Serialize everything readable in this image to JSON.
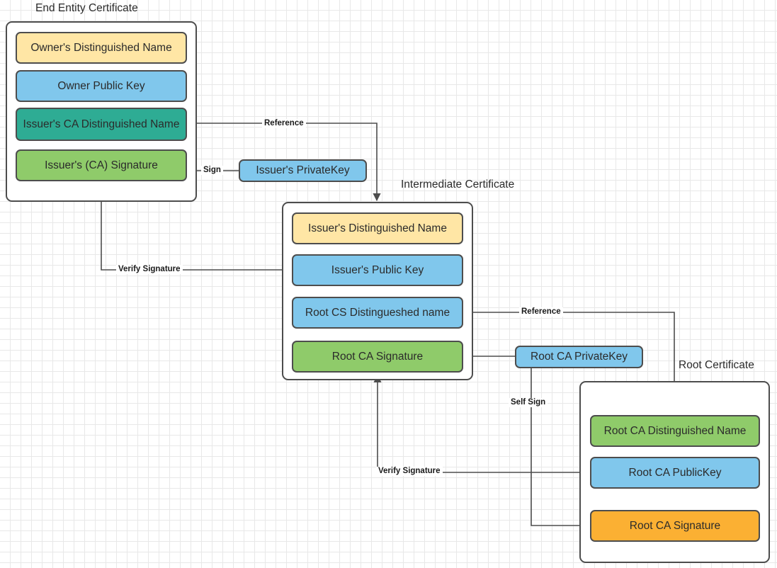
{
  "diagram": {
    "title_visible": false,
    "colors": {
      "yellow": "#ffe6a5",
      "blue": "#80c7ec",
      "teal": "#2eac94",
      "green": "#8fcb6a",
      "orange": "#fbb033",
      "stroke": "#4d4d4d",
      "text": "#2b2b2b",
      "grid_minor": "#e8e8e8",
      "grid_major": "#d0d0d0"
    },
    "groups": [
      {
        "id": "end-entity",
        "title": "End Entity Certificate",
        "fields": [
          {
            "label": "Owner's Distinguished Name",
            "color": "yellow"
          },
          {
            "label": "Owner Public  Key",
            "color": "blue"
          },
          {
            "label": "Issuer's CA Distinguished Name",
            "color": "teal"
          },
          {
            "label": "Issuer's (CA) Signature",
            "color": "green"
          }
        ]
      },
      {
        "id": "intermediate",
        "title": "Intermediate Certificate",
        "fields": [
          {
            "label": "Issuer's Distinguished Name",
            "color": "yellow"
          },
          {
            "label": "Issuer's Public  Key",
            "color": "blue"
          },
          {
            "label": "Root CS Distingueshed name",
            "color": "blue"
          },
          {
            "label": "Root CA Signature",
            "color": "green"
          }
        ]
      },
      {
        "id": "root",
        "title": "Root Certificate",
        "fields": [
          {
            "label": "Root CA Distinguished Name",
            "color": "green"
          },
          {
            "label": "Root CA PublicKey",
            "color": "blue"
          },
          {
            "label": "Root CA Signature",
            "color": "orange"
          }
        ]
      }
    ],
    "keys": [
      {
        "id": "issuer-private-key",
        "label": "Issuer's PrivateKey",
        "color": "blue"
      },
      {
        "id": "root-ca-private-key",
        "label": "Root CA PrivateKey",
        "color": "blue"
      }
    ],
    "edge_labels": {
      "reference_top": "Reference",
      "sign": "Sign",
      "verify_signature_top": "Verify Signature",
      "reference_bottom": "Reference",
      "self_sign": "Self Sign",
      "verify_signature_bottom": "Verify Signature"
    }
  }
}
